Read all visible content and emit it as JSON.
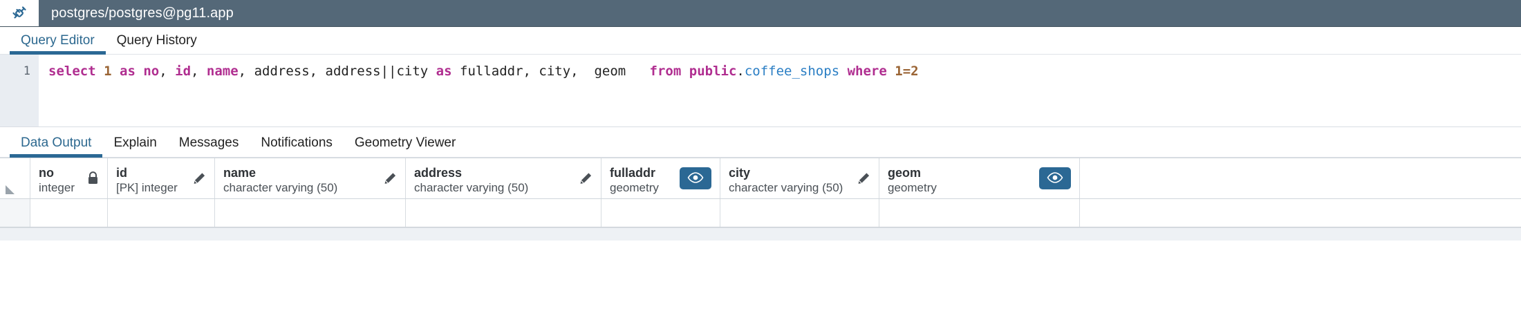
{
  "titlebar": {
    "icon": "plug-connection-icon",
    "title": "postgres/postgres@pg11.app"
  },
  "top_tabs": [
    {
      "label": "Query Editor",
      "active": true
    },
    {
      "label": "Query History",
      "active": false
    }
  ],
  "editor": {
    "line_number": "1",
    "query": "select 1 as no, id, name, address, address||city as fulladdr, city,  geom   from public.coffee_shops where 1=2",
    "tokens": [
      {
        "text": "select",
        "kind": "keyword"
      },
      {
        "text": " ",
        "kind": "plain"
      },
      {
        "text": "1",
        "kind": "number"
      },
      {
        "text": " ",
        "kind": "plain"
      },
      {
        "text": "as",
        "kind": "keyword"
      },
      {
        "text": " ",
        "kind": "plain"
      },
      {
        "text": "no",
        "kind": "keyword"
      },
      {
        "text": ", ",
        "kind": "plain"
      },
      {
        "text": "id",
        "kind": "keyword"
      },
      {
        "text": ", ",
        "kind": "plain"
      },
      {
        "text": "name",
        "kind": "keyword"
      },
      {
        "text": ", ",
        "kind": "plain"
      },
      {
        "text": "address, address||city ",
        "kind": "plain"
      },
      {
        "text": "as",
        "kind": "keyword"
      },
      {
        "text": " fulladdr, city,  geom   ",
        "kind": "plain"
      },
      {
        "text": "from",
        "kind": "keyword"
      },
      {
        "text": " ",
        "kind": "plain"
      },
      {
        "text": "public",
        "kind": "keyword"
      },
      {
        "text": ".",
        "kind": "plain"
      },
      {
        "text": "coffee_shops",
        "kind": "table"
      },
      {
        "text": " ",
        "kind": "plain"
      },
      {
        "text": "where",
        "kind": "keyword"
      },
      {
        "text": " ",
        "kind": "plain"
      },
      {
        "text": "1=2",
        "kind": "number"
      }
    ]
  },
  "bottom_tabs": [
    {
      "label": "Data Output",
      "active": true
    },
    {
      "label": "Explain",
      "active": false
    },
    {
      "label": "Messages",
      "active": false
    },
    {
      "label": "Notifications",
      "active": false
    },
    {
      "label": "Geometry Viewer",
      "active": false
    }
  ],
  "grid": {
    "columns": [
      {
        "name": "no",
        "type": "integer",
        "icon": "lock-icon"
      },
      {
        "name": "id",
        "type": "[PK] integer",
        "icon": "pencil-icon"
      },
      {
        "name": "name",
        "type": "character varying (50)",
        "icon": "pencil-icon"
      },
      {
        "name": "address",
        "type": "character varying (50)",
        "icon": "pencil-icon"
      },
      {
        "name": "fulladdr",
        "type": "geometry",
        "icon": "eye-button"
      },
      {
        "name": "city",
        "type": "character varying (50)",
        "icon": "pencil-icon"
      },
      {
        "name": "geom",
        "type": "geometry",
        "icon": "eye-button"
      }
    ],
    "rows": [
      [
        "",
        "",
        "",
        "",
        "",
        "",
        ""
      ]
    ]
  },
  "colors": {
    "titlebar_bg": "#546878",
    "accent_blue": "#2b6894",
    "tab_active_text": "#2c688f",
    "keyword": "#b02e90",
    "number": "#9a6434",
    "table_name": "#2a7ec4",
    "gutter_bg": "#e9edf2"
  }
}
